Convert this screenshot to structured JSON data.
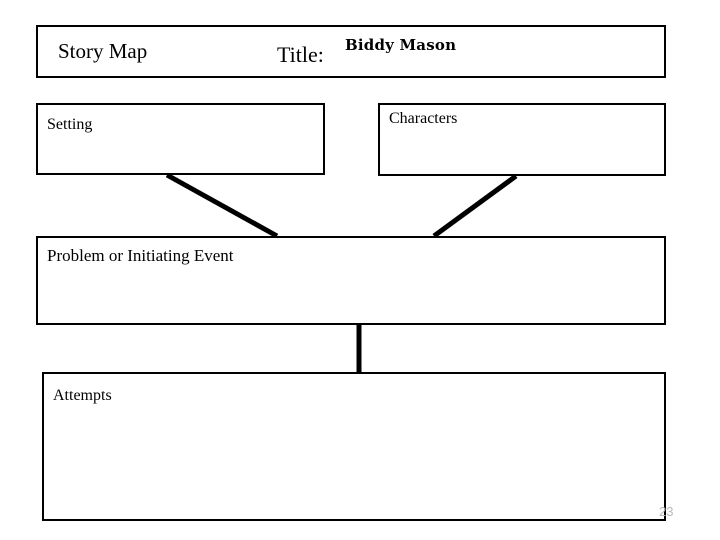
{
  "page": {
    "kind": "story-map-graphic-organizer",
    "background_color": "#ffffff",
    "line_color": "#000000",
    "page_number": "23",
    "page_number_color": "#b9b9b9"
  },
  "header": {
    "heading": "Story Map",
    "title_label": "Title:",
    "title_value": "Biddy Mason"
  },
  "boxes": [
    {
      "id": "setting",
      "label": "Setting",
      "content": ""
    },
    {
      "id": "characters",
      "label": "Characters",
      "content": ""
    },
    {
      "id": "problem",
      "label": "Problem or Initiating Event",
      "content": ""
    },
    {
      "id": "attempts",
      "label": "Attempts",
      "content": ""
    }
  ],
  "connectors": [
    {
      "id": "setting-to-problem",
      "from": "setting",
      "to": "problem",
      "style": "diagonal"
    },
    {
      "id": "characters-to-problem",
      "from": "characters",
      "to": "problem",
      "style": "diagonal"
    },
    {
      "id": "problem-to-attempts",
      "from": "problem",
      "to": "attempts",
      "style": "vertical"
    }
  ]
}
